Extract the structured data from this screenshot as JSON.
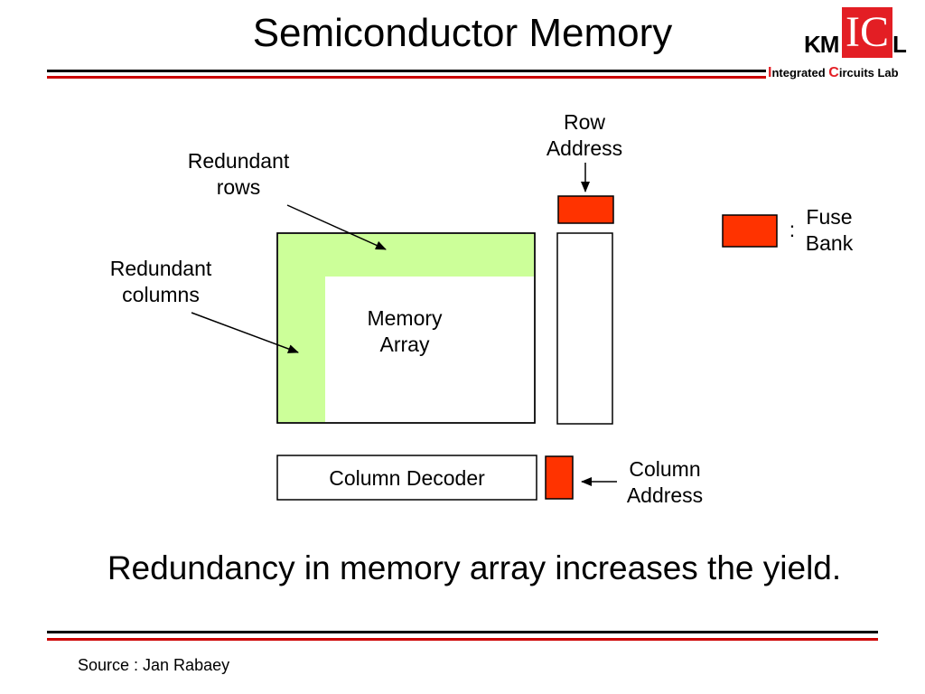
{
  "slide": {
    "title": "Semiconductor Memory",
    "statement": "Redundancy in memory array increases the yield.",
    "source": "Source : Jan Rabaey"
  },
  "logo": {
    "km": "KM",
    "ic": "IC",
    "l": "L",
    "tagline_i": "I",
    "tagline_ntegrated": "ntegrated ",
    "tagline_c": "C",
    "tagline_ircuits": "ircuits Lab"
  },
  "diagram": {
    "redundant_rows": "Redundant\nrows",
    "redundant_columns": "Redundant\ncolumns",
    "memory_array": "Memory\nArray",
    "row_address": "Row\nAddress",
    "fuse_bank": "Fuse\nBank",
    "fuse_separator": ":",
    "column_decoder": "Column Decoder",
    "column_address": "Column\nAddress"
  },
  "colors": {
    "rule_dark": "#000000",
    "rule_red": "#cc0000",
    "redundant_fill": "#ccff99",
    "fuse_red": "#ff3300",
    "logo_red": "#e31e24"
  }
}
